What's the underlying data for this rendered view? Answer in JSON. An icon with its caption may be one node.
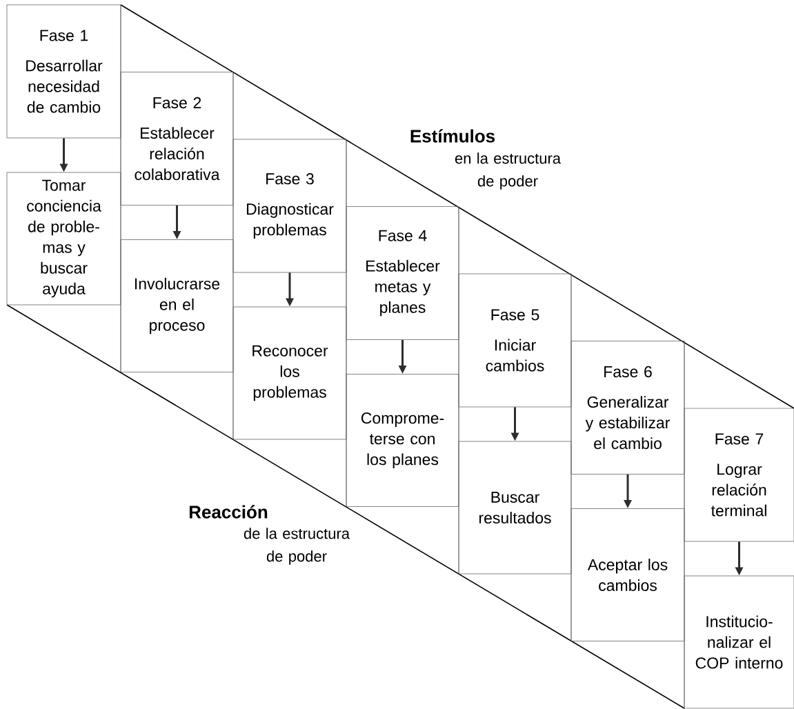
{
  "diagram": {
    "nodes": [
      {
        "text": [
          "Fase 1",
          "Desarrollar necesidad de cambio"
        ]
      },
      {
        "text": [
          "Tomar conciencia de proble-mas y buscar ayuda"
        ]
      },
      {
        "text": [
          "Fase 2",
          "Establecer relación colaborativa"
        ]
      },
      {
        "text": [
          "Involucrarse en el proceso"
        ]
      },
      {
        "text": [
          "Fase 3",
          "Diagnosticar problemas"
        ]
      },
      {
        "text": [
          "Reconocer los problemas"
        ]
      },
      {
        "text": [
          "Fase 4",
          "Establecer metas y planes"
        ]
      },
      {
        "text": [
          "Comprome-terse con los planes"
        ]
      },
      {
        "text": [
          "Fase 5",
          "Iniciar cambios"
        ]
      },
      {
        "text": [
          "Buscar resultados"
        ]
      },
      {
        "text": [
          "Fase 6",
          "Generalizar y estabilizar el cambio"
        ]
      },
      {
        "text": [
          "Aceptar los cambios"
        ]
      },
      {
        "text": [
          "Fase 7",
          "Lograr relación terminal"
        ]
      },
      {
        "text": [
          "Institucio-nalizar el COP interno"
        ]
      }
    ],
    "edges": [
      {
        "from": 0,
        "to": 1,
        "arrow": "to"
      },
      {
        "from": 2,
        "to": 3,
        "arrow": "to"
      },
      {
        "from": 4,
        "to": 5,
        "arrow": "to"
      },
      {
        "from": 6,
        "to": 7,
        "arrow": "to"
      },
      {
        "from": 8,
        "to": 9,
        "arrow": "to"
      },
      {
        "from": 10,
        "to": 11,
        "arrow": "to"
      },
      {
        "from": 12,
        "to": 13,
        "arrow": "to"
      }
    ],
    "labels": [
      "Estímulos",
      "en la estructura de poder",
      "Reacción",
      "de la estructura de poder"
    ]
  }
}
